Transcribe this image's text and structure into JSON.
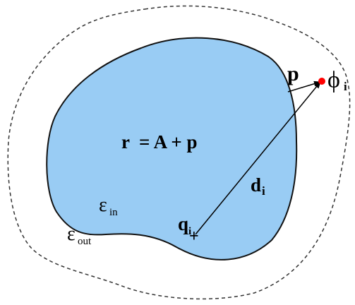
{
  "colors": {
    "region_fill": "#99ccf4",
    "region_stroke": "#111111",
    "outer_boundary": "#333333",
    "charge_point": "#ff0000",
    "ink": "#000000"
  },
  "labels": {
    "equation": "r  = A + p",
    "probe_vector": "p",
    "potential_symbol": "ϕ",
    "potential_index": "i",
    "distance_symbol": "d",
    "distance_index": "i",
    "charge_symbol": "q",
    "charge_index": "i",
    "charge_marker": "+",
    "inner_eps_symbol": "ε",
    "inner_eps_sub": "in",
    "outer_eps_symbol": "ε",
    "outer_eps_sub": "out"
  }
}
